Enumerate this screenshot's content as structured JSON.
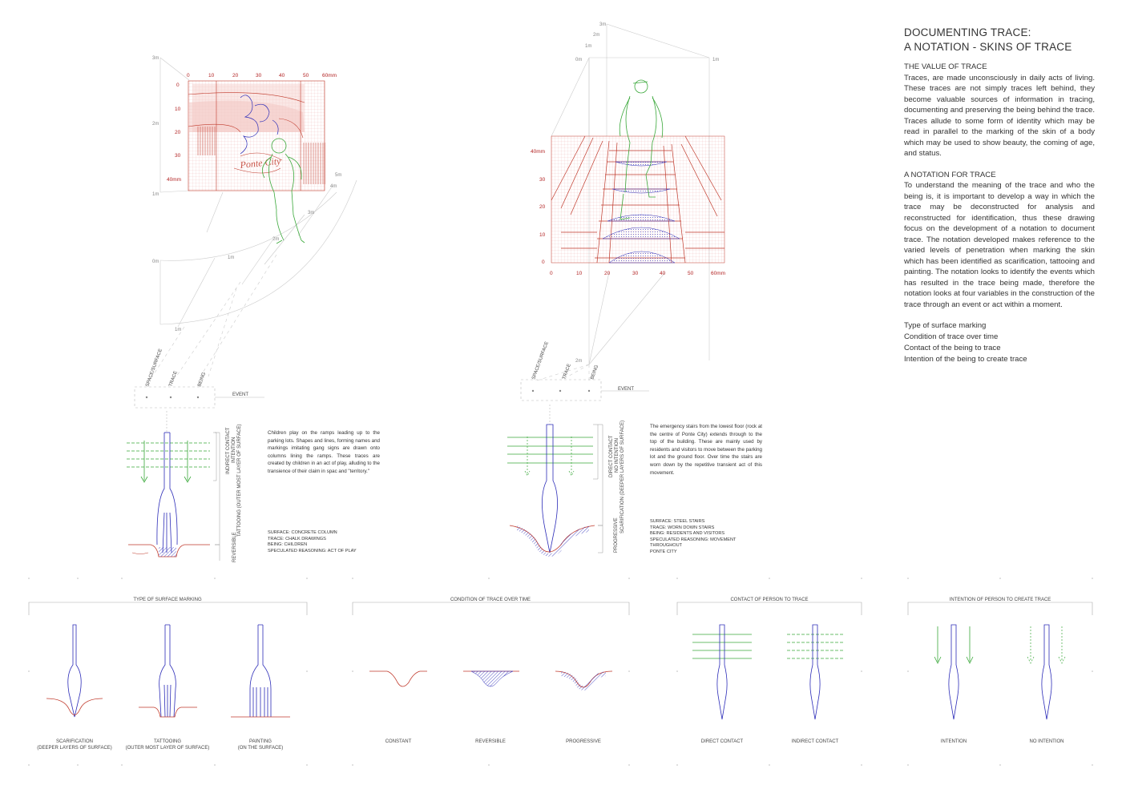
{
  "panel": {
    "title_line1": "DOCUMENTING TRACE:",
    "title_line2": "A NOTATION - SKINS OF TRACE",
    "value_heading": "THE VALUE OF TRACE",
    "value_body": "Traces, are made unconsciously in daily acts of living. These traces are not simply traces left behind, they become valuable sources of information in tracing, documenting and preserving the being behind the trace. Traces allude to some form of identity which may be read in parallel to the marking of the skin of a body which may be used to show beauty, the coming of age, and status.",
    "notation_heading": "A NOTATION FOR TRACE",
    "notation_body": "To understand the meaning of the trace and who the being is, it is important to develop a way in which the trace may be deconstructed for analysis and reconstructed for identification, thus these drawing focus on the development of a notation to document trace. The notation developed makes reference to the varied levels of penetration when marking the skin which has been identified as scarification, tattooing and painting. The notation looks to identify the events which has resulted in the trace being made, therefore the notation looks at four variables in the construction of the trace through an event or act within a moment.",
    "variables": [
      "Type of surface marking",
      "Condition of trace over time",
      "Contact of the being to trace",
      "Intention of the being to create trace"
    ]
  },
  "left_case": {
    "grid_x_ticks": [
      "0",
      "10",
      "20",
      "30",
      "40",
      "50",
      "60mm"
    ],
    "grid_y_ticks": [
      "0",
      "10",
      "20",
      "30",
      "40mm"
    ],
    "distance_marks": [
      "3m",
      "2m",
      "1m",
      "0m",
      "5m",
      "4m",
      "3m",
      "2m",
      "1m",
      "1m"
    ],
    "chalk_text": "Ponte City",
    "axis_labels": [
      "SPACE/SURFACE",
      "TRACE",
      "BEING"
    ],
    "event_label": "EVENT",
    "side_labels": [
      "INDIRECT CONTACT",
      "INTENTION",
      "TATTOOING (OUTER MOST LAYER OF SURFACE)",
      "REVERSIBLE"
    ],
    "description": "Children play on the ramps leading up to the parking lots. Shapes and lines, forming names and markings imitating gang signs are drawn onto columns lining the ramps. These traces are created by children in an act of play, alluding to the transience of their claim in spac and \"territory.\"",
    "meta": [
      "SURFACE: CONCRETE COLUMN",
      "TRACE: CHALK DRAWINGS",
      "BEING: CHILDREN",
      "SPECULATED REASONING: ACT OF PLAY"
    ]
  },
  "right_case": {
    "grid_x_ticks": [
      "0",
      "10",
      "20",
      "30",
      "40",
      "50",
      "60mm"
    ],
    "grid_y_ticks": [
      "40mm",
      "30",
      "20",
      "10",
      "0"
    ],
    "distance_marks": [
      "3m",
      "2m",
      "1m",
      "0m",
      "1m",
      "2m"
    ],
    "axis_labels": [
      "SPACE/SURFACE",
      "TRACE",
      "BEING"
    ],
    "event_label": "EVENT",
    "side_labels": [
      "DIRECT CONTACT",
      "NO INTENTION",
      "SCARIFICATION (DEEPER LAYERS OF SURFACE)",
      "PROGRESSIVE"
    ],
    "description": "The emergency stairs from the lowest floor (rock at the centre of Ponte City) extends through to the top of the building. These are mainly used by residents and visitors to move between the parking lot and the ground floor. Over time the stairs are worn down by the repetitive transient act of this movement.",
    "meta": [
      "SURFACE: STEEL STAIRS",
      "TRACE: WORN DOWN STAIRS",
      "BEING: RESIDENTS AND VISITORS",
      "SPECULATED REASONING: MOVEMENT THROUGHOUT",
      "PONTE CITY"
    ]
  },
  "legend": {
    "groups": [
      {
        "title": "TYPE OF SURFACE MARKING",
        "items": [
          [
            "SCARIFICATION",
            "(DEEPER LAYERS OF SURFACE)"
          ],
          [
            "TATTOOING",
            "(OUTER MOST LAYER OF SURFACE)"
          ],
          [
            "PAINTING",
            "(ON THE SURFACE)"
          ]
        ]
      },
      {
        "title": "CONDITION OF TRACE OVER TIME",
        "items": [
          [
            "CONSTANT"
          ],
          [
            "REVERSIBLE"
          ],
          [
            "PROGRESSIVE"
          ]
        ]
      },
      {
        "title": "CONTACT OF PERSON TO TRACE",
        "items": [
          [
            "DIRECT CONTACT"
          ],
          [
            "INDIRECT CONTACT"
          ]
        ]
      },
      {
        "title": "INTENTION OF PERSON TO CREATE TRACE",
        "items": [
          [
            "INTENTION"
          ],
          [
            "NO INTENTION"
          ]
        ]
      }
    ]
  },
  "colors": {
    "red": "#c0392b",
    "blue": "#2c2cb8",
    "green": "#3aa83a",
    "grey": "#bbbbbb"
  }
}
